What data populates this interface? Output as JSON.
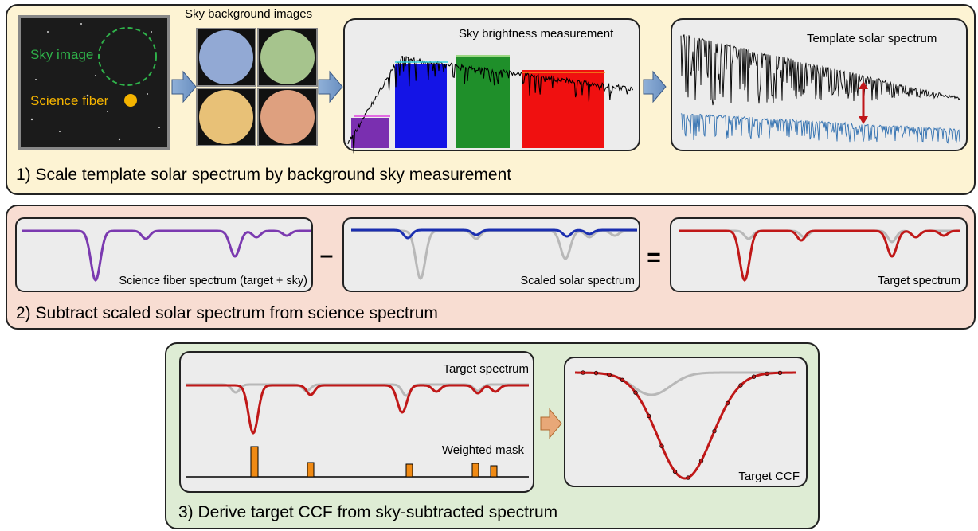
{
  "step1": {
    "caption": "1) Scale template solar spectrum by background sky measurement",
    "sky_image_label": "Sky image",
    "science_fiber_label": "Science fiber",
    "sky_background_title": "Sky background images",
    "sky_brightness_title": "Sky brightness measurement",
    "template_title": "Template solar spectrum",
    "colors": {
      "panel": "#fdf3d3",
      "blue": "#92a9d4",
      "green": "#a6c48d",
      "yellow": "#e8c177",
      "orange": "#dea07f"
    }
  },
  "step2": {
    "caption": "2) Subtract scaled solar spectrum from science spectrum",
    "science_label": "Science fiber spectrum (target + sky)",
    "scaled_label": "Scaled solar spectrum",
    "target_label": "Target spectrum",
    "minus": "–",
    "equals": "=",
    "colors": {
      "panel": "#f8ddd2"
    }
  },
  "step3": {
    "caption": "3) Derive target CCF from sky-subtracted spectrum",
    "target_label": "Target spectrum",
    "mask_label": "Weighted mask",
    "ccf_label": "Target CCF",
    "colors": {
      "panel": "#deecd4"
    }
  }
}
